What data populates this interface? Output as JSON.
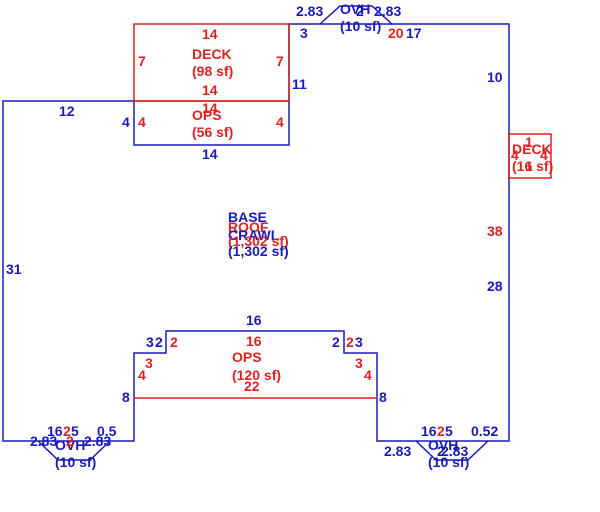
{
  "colors": {
    "base_outline": "#1a1ab8",
    "addition_outline": "#dd2222",
    "background": "#ffffff"
  },
  "areas": {
    "base": {
      "name": "BASE",
      "area": "(1,302 sf)"
    },
    "crawl": {
      "name": "CRAWL",
      "area": "(1,302 sf)"
    },
    "roof": {
      "name": "ROOF",
      "area": "(1,302 sf)"
    },
    "deck_top": {
      "name": "DECK",
      "area": "(98 sf)"
    },
    "ops_top": {
      "name": "OPS",
      "area": "(56 sf)"
    },
    "ops_bottom": {
      "name": "OPS",
      "area": "(120 sf)"
    },
    "deck_right": {
      "name": "DECK",
      "area": "(16 sf)"
    },
    "ovh_top": {
      "name": "OVH",
      "area": "(10 sf)"
    },
    "ovh_bottom_left": {
      "name": "OVH",
      "area": "(10 sf)"
    },
    "ovh_bottom_right": {
      "name": "OVH",
      "area": "(10 sf)"
    }
  },
  "dims": {
    "left_wall": "31",
    "top_left": "12",
    "notch_vertical": "4",
    "ops_top_bottom_edge": "14",
    "inner_wall_upper": "11",
    "ovh_top_side_left": "2.83",
    "ovh_top_side_right": "2.83",
    "ovh_top_base": "2",
    "ovh_top_notch_left": "3",
    "top_right": "17",
    "top_right_red": "20",
    "right_upper": "10",
    "right_total_red": "38",
    "right_lower": "28",
    "deck_top": "14",
    "deck_bottom": "14",
    "deck_left": "7",
    "deck_right": "7",
    "ops_top_edge": "14",
    "ops_left": "4",
    "ops_right": "4",
    "bottom_notch_top": "16",
    "bottom_notch_top_red": "16",
    "bottom_notch_left_2": "2",
    "bottom_notch_left_3": "3",
    "bottom_notch_left_3b": "3",
    "bottom_notch_left_4": "4",
    "bottom_notch_right_2": "2",
    "bottom_notch_right_3": "3",
    "bottom_notch_right_3b": "3",
    "bottom_notch_right_4": "4",
    "ops_bottom_width": "22",
    "bottom_left_vertical": "8",
    "bottom_right_vertical": "8",
    "bottom_left_bottom": "16",
    "bottom_left_bottom_red": "2",
    "bottom_left_0_5": "0.5",
    "bottom_left_5": "5",
    "bottom_left_ovh_side_left": "2.83",
    "bottom_left_ovh_side_right": "2.83",
    "bottom_left_ovh_base": "2",
    "bottom_right_bottom": "16",
    "bottom_right_bottom_red": "2",
    "bottom_right_5": "5",
    "bottom_right_0_52": "0.52",
    "bottom_right_ovh_side_left": "2.83",
    "bottom_right_ovh_side_right": "2.83",
    "bottom_right_ovh_base": "2",
    "deck_right_top": "1",
    "deck_right_left": "4",
    "deck_right_right": "4",
    "deck_right_bottom": "1"
  }
}
